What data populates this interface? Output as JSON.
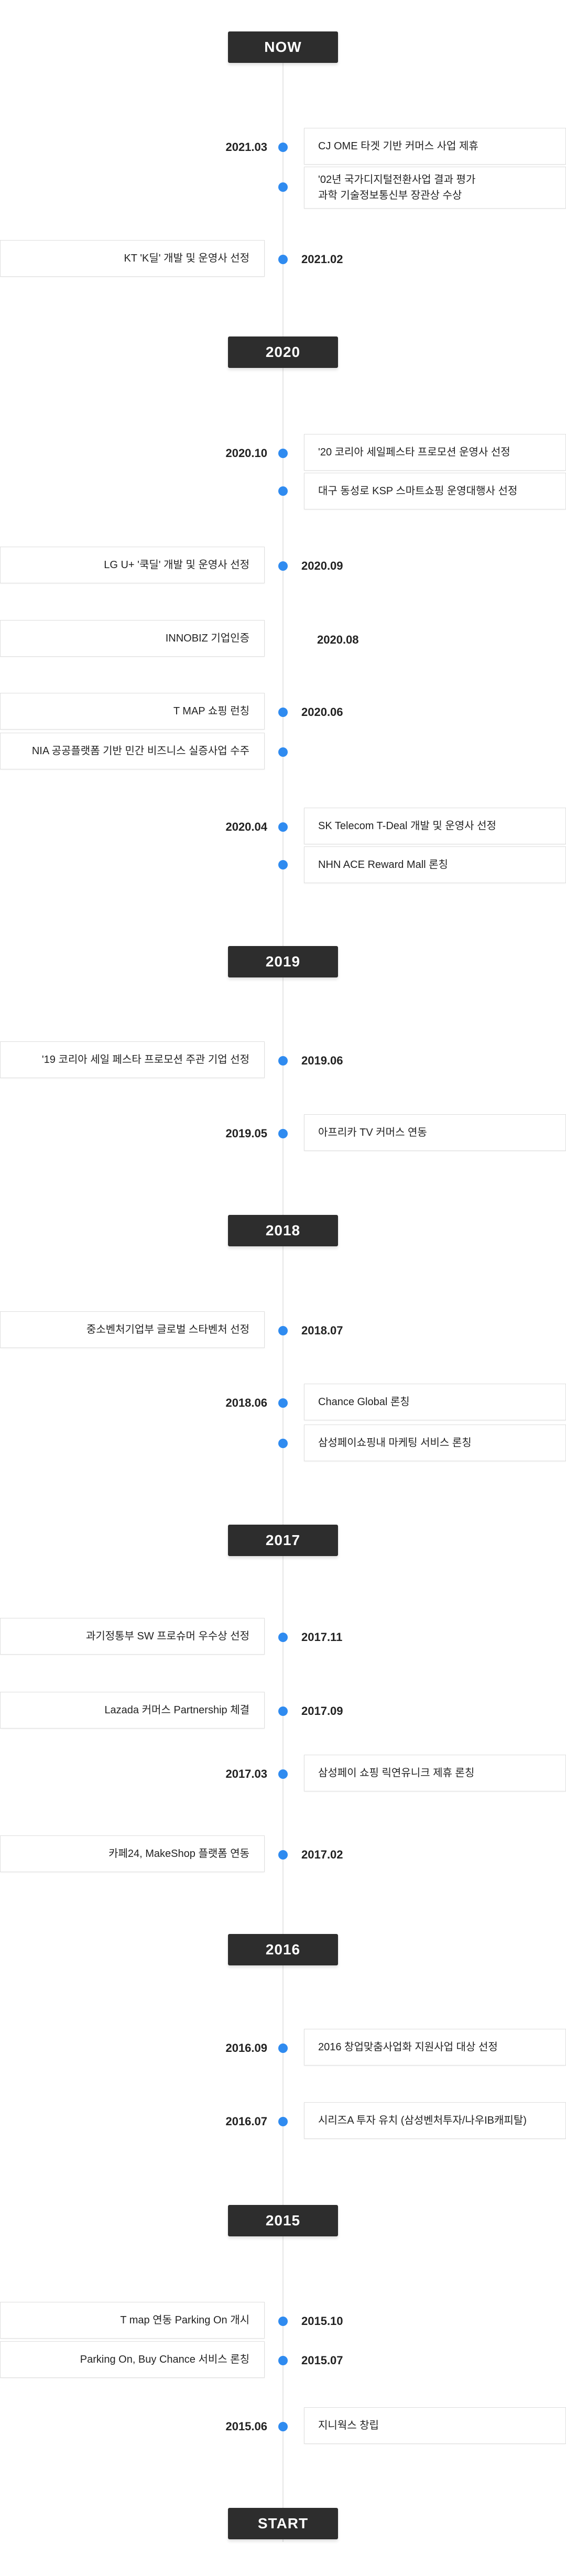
{
  "years": {
    "now": "NOW",
    "y2020": "2020",
    "y2019": "2019",
    "y2018": "2018",
    "y2017": "2017",
    "y2016": "2016",
    "y2015": "2015",
    "start": "START"
  },
  "dates": {
    "d2021_03": "2021.03",
    "d2021_02": "2021.02",
    "d2020_10": "2020.10",
    "d2020_09": "2020.09",
    "d2020_08": "2020.08",
    "d2020_06": "2020.06",
    "d2020_04": "2020.04",
    "d2019_06": "2019.06",
    "d2019_05": "2019.05",
    "d2018_07": "2018.07",
    "d2018_06": "2018.06",
    "d2017_11": "2017.11",
    "d2017_09": "2017.09",
    "d2017_03": "2017.03",
    "d2017_02": "2017.02",
    "d2016_09": "2016.09",
    "d2016_07": "2016.07",
    "d2015_10": "2015.10",
    "d2015_07": "2015.07",
    "d2015_06": "2015.06"
  },
  "events": {
    "e1": "CJ OME 타겟 기반 커머스 사업 제휴",
    "e2a": "'02년 국가디지털전환사업 결과 평가",
    "e2b": "과학 기술정보통신부 장관상 수상",
    "e3": "KT 'K딜' 개발 및 운영사 선정",
    "e4": "'20 코리아 세일페스타 프로모션 운영사 선정",
    "e5": "대구 동성로 KSP 스마트쇼핑 운영대행사 선정",
    "e6": "LG U+ '쿡딜' 개발 및 운영사 선정",
    "e7": "INNOBIZ 기업인증",
    "e8": "T MAP 쇼핑 런칭",
    "e9": "NIA 공공플랫폼 기반 민간 비즈니스 실증사업 수주",
    "e10": "SK Telecom T-Deal 개발 및 운영사 선정",
    "e11": "NHN ACE Reward Mall 론칭",
    "e12": "'19 코리아 세일 페스타 프로모션 주관 기업 선정",
    "e13": "아프리카 TV 커머스 연동",
    "e14": "중소벤처기업부 글로벌 스타벤처 선정",
    "e15": "Chance Global 론칭",
    "e16": "삼성페이쇼핑내 마케팅 서비스 론칭",
    "e17": "과기정통부 SW 프로슈머 우수상 선정",
    "e18": "Lazada 커머스 Partnership 체결",
    "e19": "삼성페이 쇼핑 릭연유니크 제휴 론칭",
    "e20": "카페24, MakeShop 플랫폼 연동",
    "e21": "2016 창업맞춤사업화 지원사업 대상 선정",
    "e22": "시리즈A 투자 유치 (삼성벤처투자/나우IB캐피탈)",
    "e23": "T map 연동 Parking On 개시",
    "e24": "Parking On, Buy Chance  서비스 론칭",
    "e25": "지니웍스 창립"
  },
  "colors": {
    "accent_dot": "#2f8bf0",
    "year_badge_bg": "#2d2d2d",
    "axis_line": "#e6e6e6",
    "card_border": "#dedede"
  }
}
